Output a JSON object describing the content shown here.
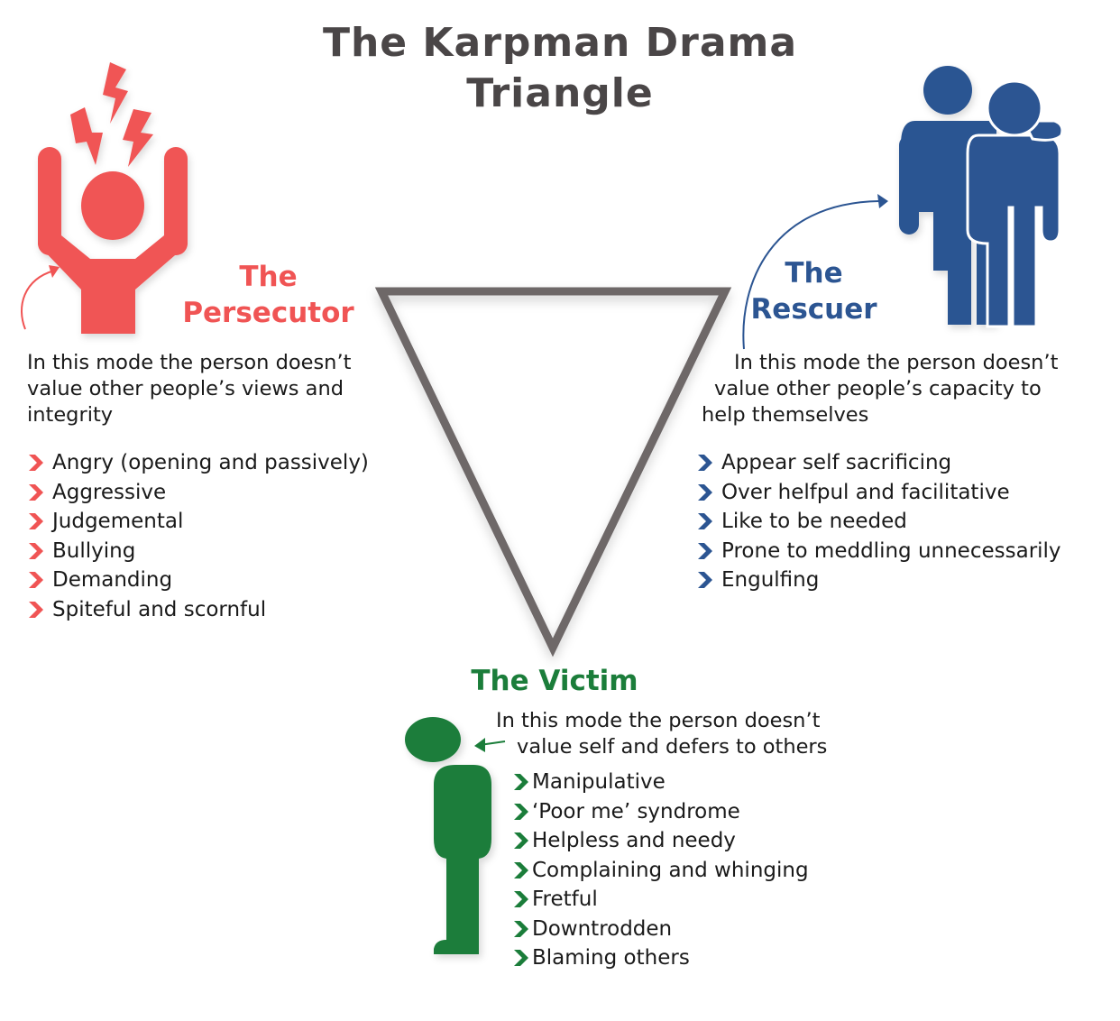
{
  "title": {
    "line1": "The Karpman Drama",
    "line2": "Triangle"
  },
  "colors": {
    "persecutor": "#f05454",
    "rescuer": "#2c5592",
    "victim": "#1b7d3a",
    "triangle": "#6e6768",
    "title": "#4a4647"
  },
  "persecutor": {
    "label_line1": "The",
    "label_line2": "Persecutor",
    "description": [
      "In this mode the person doesn’t",
      "value other people’s views and",
      "integrity"
    ],
    "traits": [
      "Angry (opening and passively)",
      "Aggressive",
      "Judgemental",
      "Bullying",
      "Demanding",
      "Spiteful and scornful"
    ],
    "icon": "angry-person-icon"
  },
  "rescuer": {
    "label_line1": "The",
    "label_line2": "Rescuer",
    "description": [
      "In this mode the person doesn’t",
      "value other people’s capacity to",
      "help themselves"
    ],
    "traits": [
      "Appear self sacrificing",
      "Over helfpul and facilitative",
      "Like to be needed",
      "Prone to meddling unnecessarily",
      "Engulfing"
    ],
    "icon": "two-people-embrace-icon"
  },
  "victim": {
    "label": "The Victim",
    "description": [
      "In this mode the person doesn’t",
      "value self and defers to others"
    ],
    "traits": [
      "Manipulative",
      "‘Poor me’ syndrome",
      "Helpless and needy",
      "Complaining and whinging",
      "Fretful",
      "Downtrodden",
      "Blaming others"
    ],
    "icon": "head-bowed-person-icon"
  }
}
